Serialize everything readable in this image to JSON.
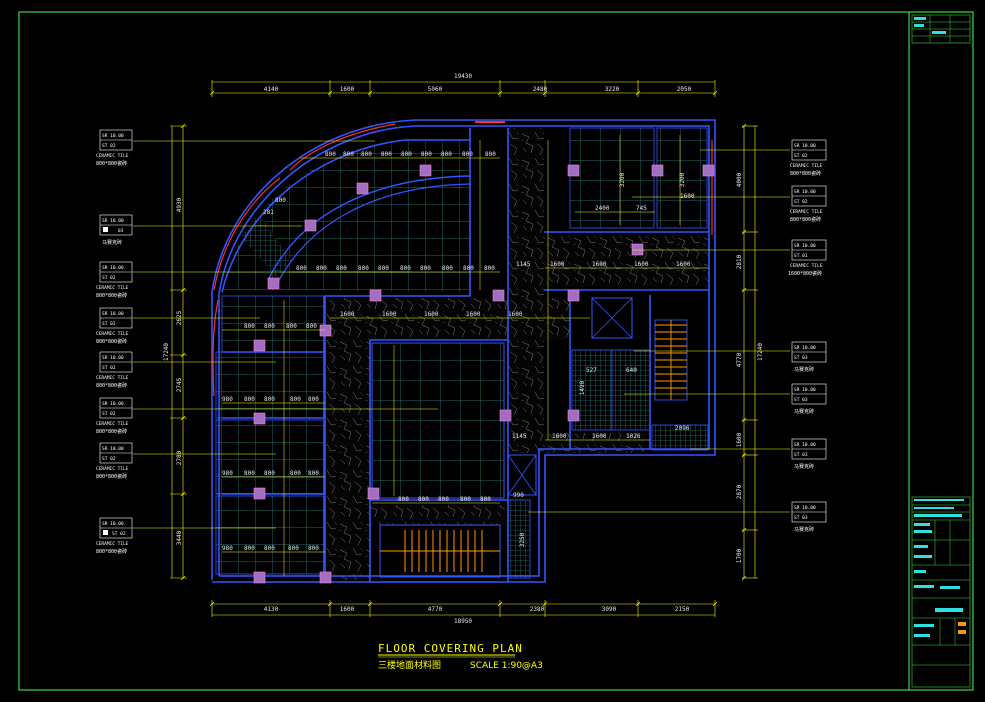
{
  "title": {
    "main": "FLOOR COVERING PLAN",
    "subtitle": "三楼地面材料图",
    "scale": "SCALE 1:90@A3"
  },
  "dims_top": {
    "overall": "19430",
    "segments": [
      "4140",
      "1600",
      "5060",
      "2480",
      "3220",
      "2050"
    ]
  },
  "dims_bottom": {
    "overall": "18950",
    "segments": [
      "4130",
      "1600",
      "4770",
      "2380",
      "3090",
      "2150"
    ]
  },
  "dims_left": {
    "overall": "17240",
    "segments": [
      "4930",
      "2625",
      "2745",
      "2780",
      "3440"
    ]
  },
  "dims_right": {
    "overall": "17240",
    "segments": [
      "4000",
      "2810",
      "4770",
      "1600",
      "2870",
      "1700"
    ]
  },
  "room_dims": {
    "n800": "800",
    "n1600": "1600",
    "n1145": "1145",
    "n980": "980",
    "n3200": "3200",
    "n2400": "2400",
    "n745": "745",
    "n281": "281",
    "n990": "990",
    "n3250": "3250",
    "n1026": "1026",
    "n2096": "2096",
    "n527": "527",
    "n1490": "1490",
    "n640": "640"
  },
  "legend_left": [
    {
      "top": "SR 10.00",
      "code": "ST 02",
      "material": "CERAMIC TILE",
      "spec": "800*800瓷砖"
    },
    {
      "top": "SR 10.00",
      "code": "03",
      "material": "",
      "spec": "马赛克砖"
    },
    {
      "top": "SR 10.00",
      "code": "ST 02",
      "material": "CERAMIC TILE",
      "spec": "800*800瓷砖"
    },
    {
      "top": "SR 10.00",
      "code": "ST 02",
      "material": "CERAMIC TILE",
      "spec": "800*800瓷砖"
    },
    {
      "top": "SR 10.00",
      "code": "ST 02",
      "material": "CERAMIC TILE",
      "spec": "800*800瓷砖"
    },
    {
      "top": "SR 10.00",
      "code": "ST 02",
      "material": "CERAMIC TILE",
      "spec": "800*800瓷砖"
    },
    {
      "top": "SR 10.00",
      "code": "ST 02",
      "material": "CERAMIC TILE",
      "spec": "800*800瓷砖"
    },
    {
      "top": "SR 10.00",
      "code": "ST 02",
      "material": "CERAMIC TILE",
      "spec": "800*800瓷砖"
    }
  ],
  "legend_right": [
    {
      "top": "SR 10.00",
      "code": "ST 02",
      "material": "CERAMIC TILE",
      "spec": "800*800瓷砖"
    },
    {
      "top": "SR 10.00",
      "code": "ST 02",
      "material": "CERAMIC TILE",
      "spec": "800*800瓷砖"
    },
    {
      "top": "SR 10.00",
      "code": "ST 01",
      "material": "CERAMIC TILE",
      "spec": "1600*800瓷砖"
    },
    {
      "top": "SR 10.00",
      "code": "ST 03",
      "material": "",
      "spec": "马赛克砖"
    },
    {
      "top": "SR 10.00",
      "code": "ST 03",
      "material": "",
      "spec": "马赛克砖"
    },
    {
      "top": "SR 10.00",
      "code": "ST 03",
      "material": "",
      "spec": "马赛克砖"
    },
    {
      "top": "SR 10.00",
      "code": "ST 03",
      "material": "",
      "spec": "马赛克砖"
    }
  ],
  "colors": {
    "background": "#000000",
    "wall": "#3355ff",
    "dimension": "#ffff00",
    "grid": "#2f8f8f",
    "text": "#ffffff",
    "column": "#a070c0",
    "door": "#ff3030",
    "stair": "#ff9900"
  }
}
